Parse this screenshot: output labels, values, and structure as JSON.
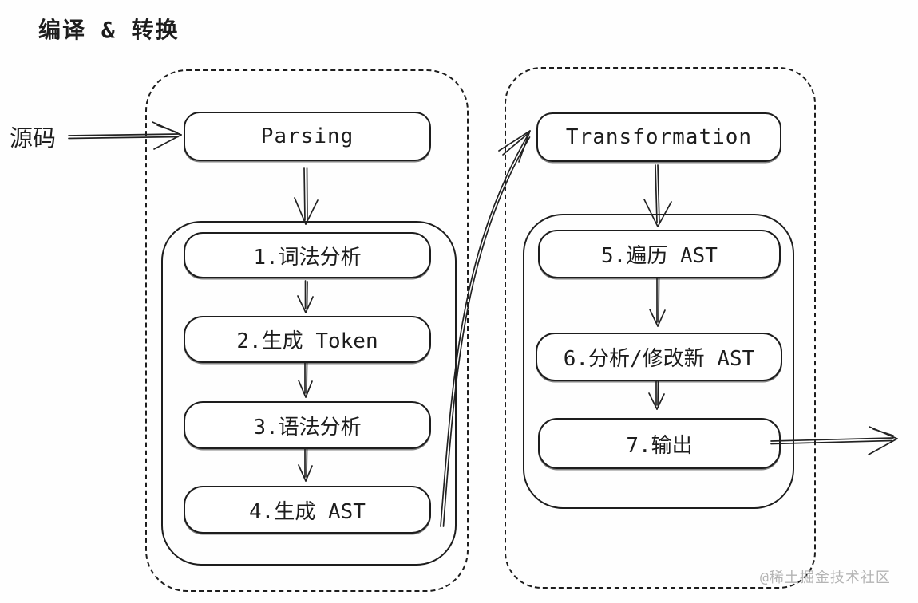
{
  "title": "编译 & 转换",
  "source": {
    "label": "源码"
  },
  "watermark": "@稀土掘金技术社区",
  "parsing": {
    "header": "Parsing",
    "steps": [
      "1.词法分析",
      "2.生成 Token",
      "3.语法分析",
      "4.生成 AST"
    ]
  },
  "transformation": {
    "header": "Transformation",
    "steps": [
      "5.遍历 AST",
      "6.分析/修改新 AST",
      "7.输出"
    ]
  },
  "colors": {
    "ink": "#1d1d1d",
    "watermark_gray": "#b4b4b4"
  }
}
